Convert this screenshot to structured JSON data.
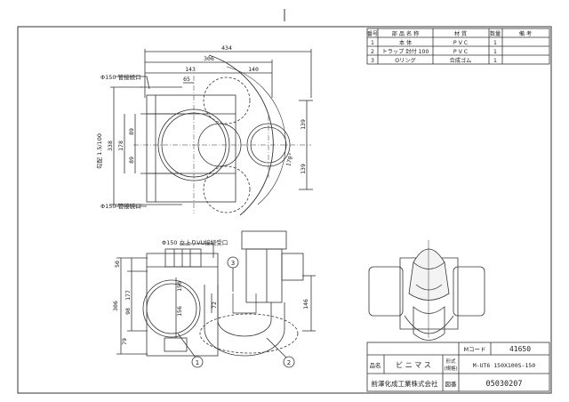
{
  "parts_table": {
    "headers": [
      "番号",
      "部 品 名 称",
      "材 質",
      "数量",
      "備 考"
    ],
    "rows": [
      {
        "no": "1",
        "name": "本 体",
        "material": "P V C",
        "qty": "1",
        "note": ""
      },
      {
        "no": "2",
        "name": "トラップ 封付 100",
        "material": "P V C",
        "qty": "1",
        "note": ""
      },
      {
        "no": "3",
        "name": "Oリング",
        "material": "合成ゴム",
        "qty": "1",
        "note": ""
      }
    ]
  },
  "title_block": {
    "mcode_label": "Mコード",
    "mcode_value": "41650",
    "name_label": "品名",
    "name_value": "ビ ニ マ ス",
    "model_label_1": "形式",
    "model_label_2": "(規格)",
    "model_value": "M-UT6 150X100S-150",
    "drawing_no_label": "図番",
    "drawing_no_value": "05030207",
    "company": "前澤化成工業株式会社"
  },
  "plan_view": {
    "dims": [
      "434",
      "306",
      "143",
      "140",
      "65",
      "338",
      "178",
      "89",
      "89",
      "139",
      "139",
      "170°"
    ],
    "inlet_top_label": "Φ150 管接続口",
    "inlet_bottom_label": "Φ150 管接続口",
    "slope_label": "勾配 1.5/100"
  },
  "section_view": {
    "top_label": "Φ150 立上りVU接続受口",
    "dims": [
      "50",
      "177",
      "306",
      "98",
      "79",
      "150",
      "156",
      "72",
      "146"
    ],
    "balloons": [
      "1",
      "2",
      "3"
    ]
  }
}
